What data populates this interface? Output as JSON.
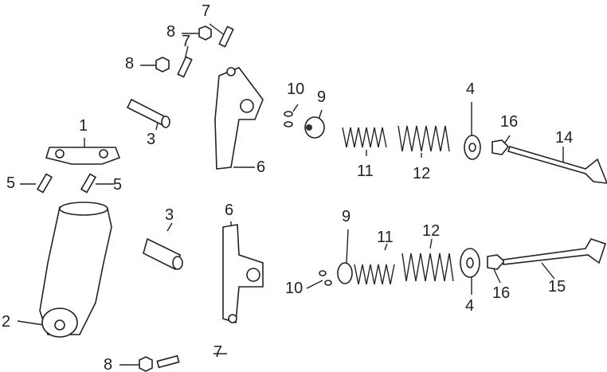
{
  "diagram": {
    "type": "exploded-parts-view",
    "labels": [
      "7",
      "8",
      "7",
      "8",
      "1",
      "3",
      "5",
      "5",
      "10",
      "9",
      "11",
      "12",
      "4",
      "16",
      "14",
      "6",
      "3",
      "6",
      "9",
      "11",
      "12",
      "10",
      "4",
      "16",
      "15",
      "2",
      "8",
      "7"
    ]
  }
}
